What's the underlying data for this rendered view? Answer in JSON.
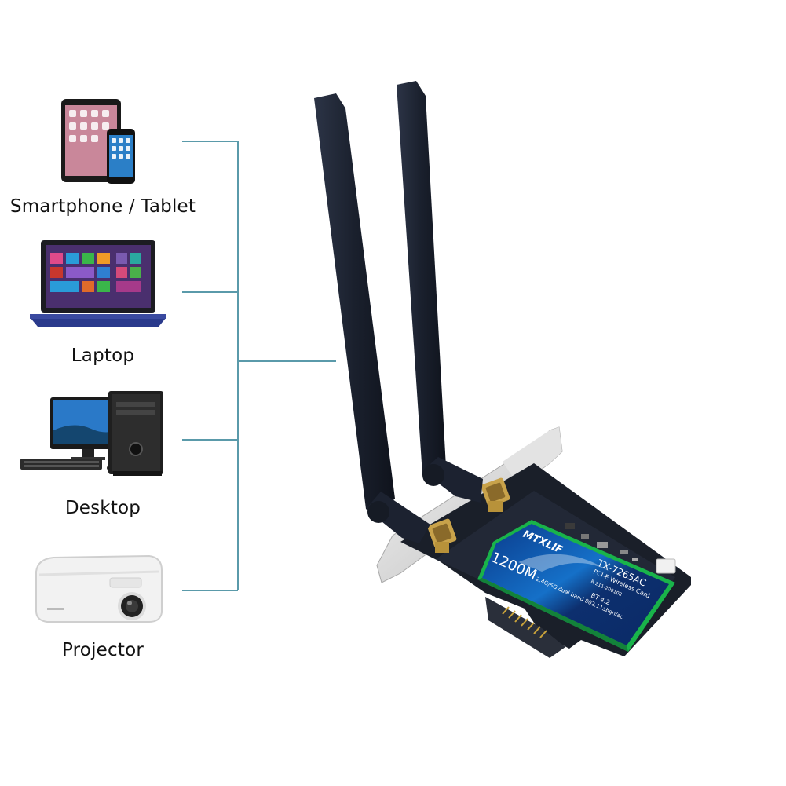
{
  "devices": [
    {
      "label": "Smartphone / Tablet",
      "icon": "smartphone-tablet-icon"
    },
    {
      "label": "Laptop",
      "icon": "laptop-icon"
    },
    {
      "label": "Desktop",
      "icon": "desktop-icon"
    },
    {
      "label": "Projector",
      "icon": "projector-icon"
    }
  ],
  "card": {
    "brand": "MTXLIF",
    "speed": "1200M",
    "model": "TX-7265AC",
    "type": "PCI-E Wireless Card",
    "cert": "R 211-200108",
    "bluetooth": "BT 4.2",
    "bands": "2.4G/5G dual band 802.11abgn/ac"
  },
  "colors": {
    "connector_line": "#5a9aaa",
    "antenna": "#1e2433",
    "pcb": "#1a1f29",
    "sticker_green": "#19b34a",
    "sticker_blue": "#0c3f94"
  }
}
